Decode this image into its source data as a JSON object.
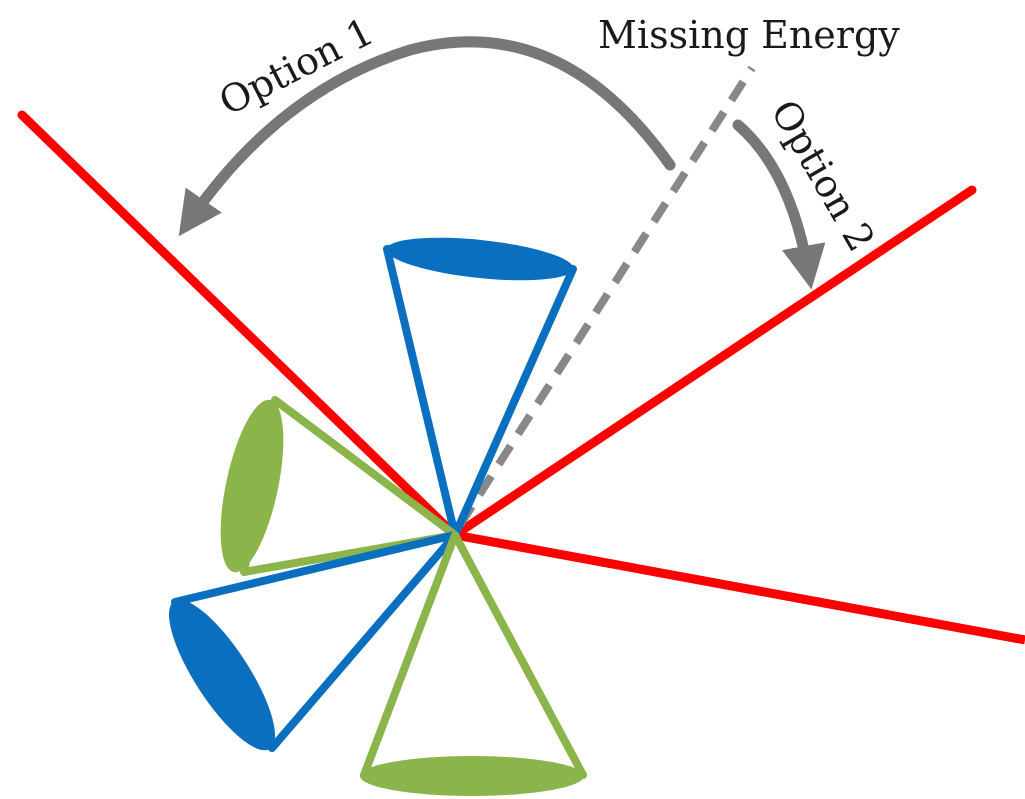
{
  "diagram": {
    "labels": {
      "missing_energy": "Missing Energy",
      "option1": "Option 1",
      "option2": "Option 2"
    },
    "colors": {
      "red_line": "#ff0000",
      "blue_cone": "#0b6fbf",
      "green_cone": "#8bb44a",
      "arrow_gray": "#777777",
      "dashed_gray": "#888888",
      "text": "#1a1a1a"
    }
  }
}
